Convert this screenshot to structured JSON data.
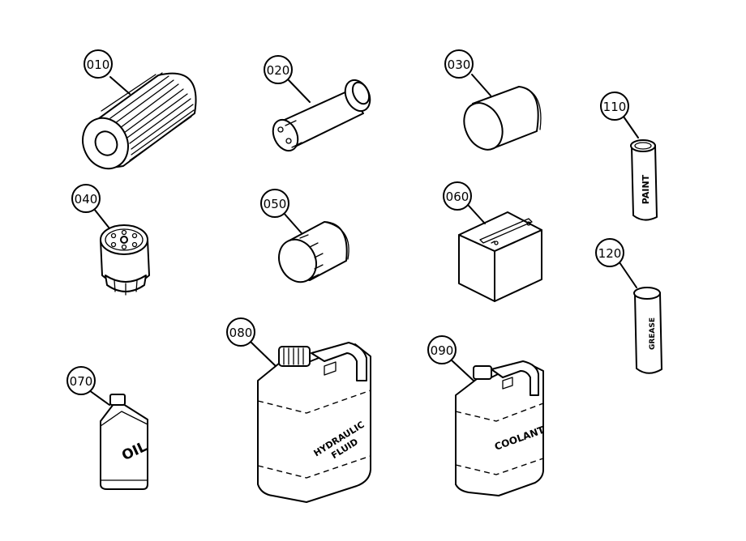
{
  "callouts": {
    "c010": "010",
    "c020": "020",
    "c030": "030",
    "c040": "040",
    "c050": "050",
    "c060": "060",
    "c070": "070",
    "c080": "080",
    "c090": "090",
    "c110": "110",
    "c120": "120"
  },
  "labels": {
    "paint": "PAINT",
    "grease": "GREASE",
    "oil": "OIL",
    "hydraulic_line1": "HYDRAULIC",
    "hydraulic_line2": "FLUID",
    "coolant": "COOLANT"
  }
}
